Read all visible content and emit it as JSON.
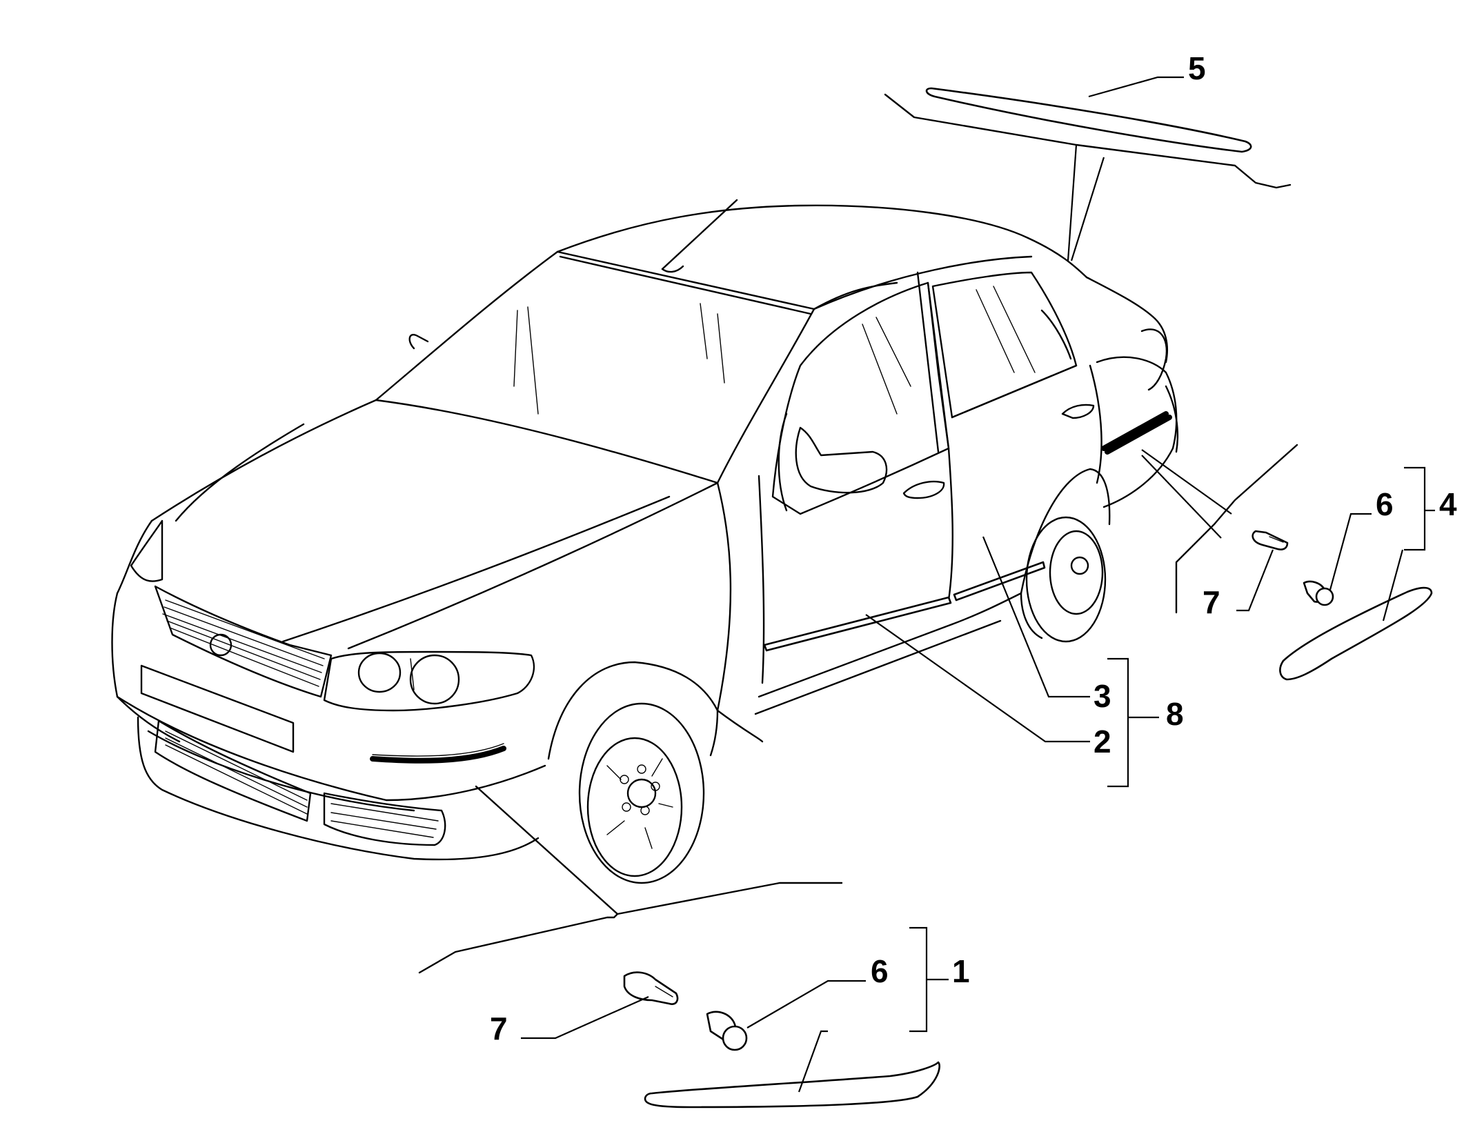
{
  "callouts": {
    "c1": "1",
    "c2": "2",
    "c3": "3",
    "c4": "4",
    "c5": "5",
    "c6_bottom": "6",
    "c6_right": "6",
    "c7_bottom": "7",
    "c7_right": "7",
    "c8": "8"
  }
}
